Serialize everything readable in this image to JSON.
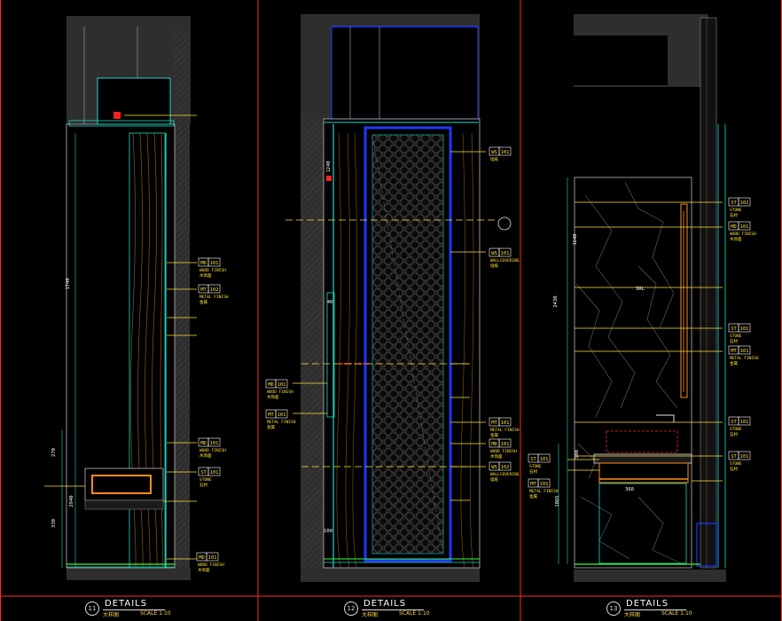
{
  "colors": {
    "background": "#000000",
    "frame": "#ff2a2a",
    "wall": "#2e2e2e",
    "cyan": "#1fd6c8",
    "yellow": "#ffe13a",
    "blue": "#2038ff",
    "orange": "#ff8c1a",
    "red": "#ff2020",
    "green": "#39ff3a",
    "white": "#ffffff",
    "wood": "#8a5a1a"
  },
  "panels": [
    {
      "number": "11",
      "title": "DETAILS",
      "subtitle": "大样图",
      "scale": "SCALE 1:10",
      "dims": [
        "1740",
        "2940",
        "270",
        "330"
      ],
      "tags": [
        {
          "code": "MD",
          "num": "101",
          "lines": [
            "WOOD FINISH",
            "木饰面"
          ]
        },
        {
          "code": "MT",
          "num": "102",
          "lines": [
            "METAL FINISH",
            "金属"
          ]
        },
        {
          "code": "MD",
          "num": "101",
          "lines": [
            "WOOD FINISH",
            "木饰面"
          ]
        },
        {
          "code": "ST",
          "num": "101",
          "lines": [
            "STONE",
            "石材"
          ]
        },
        {
          "code": "MD",
          "num": "101",
          "lines": [
            "WOOD FINISH",
            "木饰面"
          ]
        }
      ]
    },
    {
      "number": "12",
      "title": "DETAILS",
      "subtitle": "大样图",
      "scale": "SCALE 1:10",
      "dims": [
        "1240",
        "40",
        "100"
      ],
      "tags": [
        {
          "code": "WS",
          "num": "101",
          "lines": [
            "墙纸"
          ]
        },
        {
          "code": "WS",
          "num": "101",
          "lines": [
            "WALLCOVERING",
            "墙纸"
          ]
        },
        {
          "code": "MT",
          "num": "101",
          "lines": [
            "METAL FINISH",
            "金属"
          ]
        },
        {
          "code": "MD",
          "num": "101",
          "lines": [
            "WOOD FINISH",
            "木饰面"
          ]
        },
        {
          "code": "WS",
          "num": "102",
          "lines": [
            "WALLCOVERING",
            "墙纸"
          ]
        },
        {
          "code": "MD",
          "num": "101",
          "lines": [
            "WOOD FINISH",
            "木饰面"
          ]
        },
        {
          "code": "MT",
          "num": "101",
          "lines": [
            "METAL FINISH",
            "金属"
          ]
        }
      ]
    },
    {
      "number": "13",
      "title": "DETAILS",
      "subtitle": "大样图",
      "scale": "SCALE 1:10",
      "dims": [
        "2430",
        "1640",
        "500",
        "1065",
        "360",
        "SRL"
      ],
      "tags": [
        {
          "code": "ST",
          "num": "102",
          "lines": [
            "STONE",
            "石材"
          ]
        },
        {
          "code": "MD",
          "num": "101",
          "lines": [
            "WOOD FINISH",
            "木饰面"
          ]
        },
        {
          "code": "ST",
          "num": "101",
          "lines": [
            "STONE",
            "石材"
          ]
        },
        {
          "code": "MT",
          "num": "101",
          "lines": [
            "METAL FINISH",
            "金属"
          ]
        },
        {
          "code": "ST",
          "num": "101",
          "lines": [
            "STONE",
            "石材"
          ]
        },
        {
          "code": "ST",
          "num": "101",
          "lines": [
            "STONE",
            "石材"
          ]
        },
        {
          "code": "ST",
          "num": "101",
          "lines": [
            "STONE",
            "石材"
          ]
        },
        {
          "code": "MT",
          "num": "101",
          "lines": [
            "METAL FINISH",
            "金属"
          ]
        }
      ]
    }
  ]
}
